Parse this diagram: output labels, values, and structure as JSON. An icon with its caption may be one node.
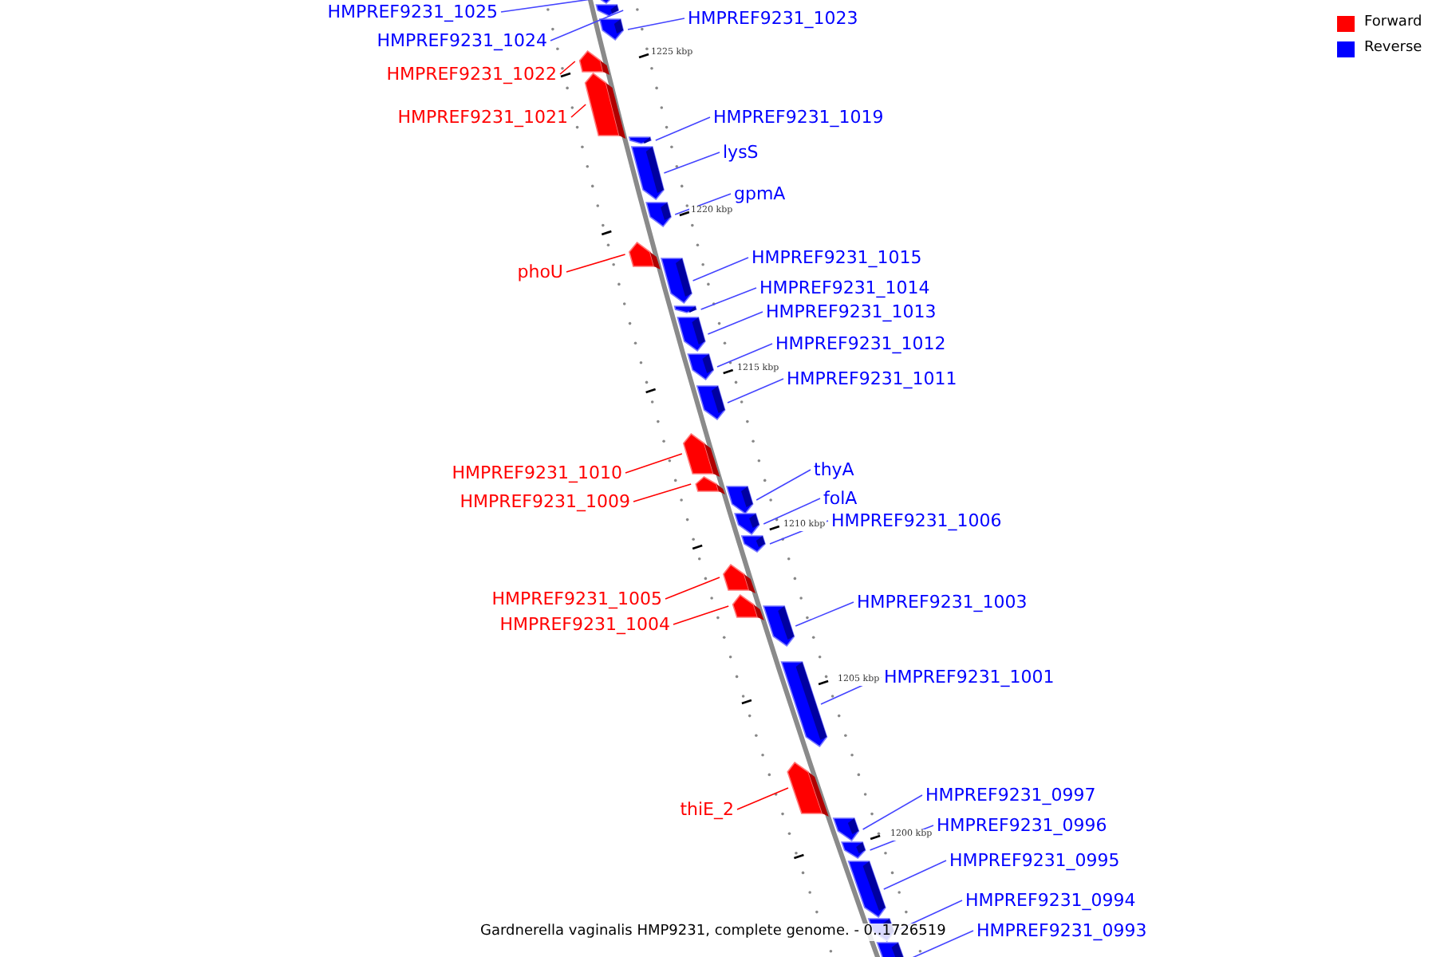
{
  "diagram": {
    "caption": "Gardnerella vaginalis HMP9231, complete genome. - 0..1726519",
    "nodes": [
      {
        "text": [
          "HMPREF9231_1025"
        ]
      },
      {
        "text": [],
        "shape": "bar"
      },
      {
        "text": [
          "HMPREF9231_1024"
        ]
      },
      {
        "text": [],
        "shape": "bar"
      },
      {
        "text": [
          "HMPREF9231_1023"
        ]
      },
      {
        "text": [],
        "shape": "bar"
      },
      {
        "text": [
          "HMPREF9231_1022"
        ]
      },
      {
        "text": [],
        "shape": "bar"
      },
      {
        "text": [
          "HMPREF9231_1021"
        ]
      },
      {
        "text": [],
        "shape": "bar"
      },
      {
        "text": [
          "HMPREF9231_1019"
        ]
      },
      {
        "text": [],
        "shape": "bar"
      },
      {
        "text": [
          "lysS"
        ]
      },
      {
        "text": [],
        "shape": "bar"
      },
      {
        "text": [
          "gpmA"
        ]
      },
      {
        "text": [],
        "shape": "bar"
      },
      {
        "text": [
          "phoU"
        ]
      },
      {
        "text": [],
        "shape": "bar"
      },
      {
        "text": [
          "HMPREF9231_1015"
        ]
      },
      {
        "text": [],
        "shape": "bar"
      },
      {
        "text": [
          "HMPREF9231_1014"
        ]
      },
      {
        "text": [],
        "shape": "bar"
      },
      {
        "text": [
          "HMPREF9231_1013"
        ]
      },
      {
        "text": [],
        "shape": "bar"
      },
      {
        "text": [
          "HMPREF9231_1012"
        ]
      },
      {
        "text": [],
        "shape": "bar"
      },
      {
        "text": [
          "HMPREF9231_1011"
        ]
      },
      {
        "text": [],
        "shape": "bar"
      },
      {
        "text": [
          "HMPREF9231_1010"
        ]
      },
      {
        "text": [],
        "shape": "bar"
      },
      {
        "text": [
          "HMPREF9231_1009"
        ]
      },
      {
        "text": [],
        "shape": "bar"
      },
      {
        "text": [
          "thyA"
        ]
      },
      {
        "text": [],
        "shape": "bar"
      },
      {
        "text": [
          "folA"
        ]
      },
      {
        "text": [],
        "shape": "bar"
      },
      {
        "text": [
          "HMPREF9231_1006"
        ]
      },
      {
        "text": [],
        "shape": "bar"
      },
      {
        "text": [
          "HMPREF9231_1005"
        ]
      },
      {
        "text": [],
        "shape": "bar"
      },
      {
        "text": [
          "HMPREF9231_1004"
        ]
      },
      {
        "text": [],
        "shape": "bar"
      },
      {
        "text": [
          "HMPREF9231_1003"
        ]
      },
      {
        "text": [],
        "shape": "bar"
      },
      {
        "text": [
          "HMPREF9231_1001"
        ]
      },
      {
        "text": [],
        "shape": "bar"
      },
      {
        "text": [
          "thiE_2"
        ]
      },
      {
        "text": [],
        "shape": "bar"
      },
      {
        "text": [
          "HMPREF9231_0997"
        ]
      },
      {
        "text": [],
        "shape": "bar"
      },
      {
        "text": [
          "HMPREF9231_0996"
        ]
      },
      {
        "text": [],
        "shape": "bar"
      },
      {
        "text": [
          "HMPREF9231_0995"
        ]
      },
      {
        "text": [],
        "shape": "bar"
      },
      {
        "text": [
          "HMPREF9231_0994"
        ]
      },
      {
        "text": [],
        "shape": "bar"
      },
      {
        "text": [
          "HMPREF9231_0993"
        ]
      },
      {
        "text": [],
        "shape": "bar"
      }
    ],
    "edges": [
      {
        "from": 0,
        "to": 1,
        "arrow": "none"
      },
      {
        "from": 2,
        "to": 3,
        "arrow": "none"
      },
      {
        "from": 4,
        "to": 5,
        "arrow": "none"
      },
      {
        "from": 6,
        "to": 7,
        "arrow": "none",
        "color": "#ff0000"
      },
      {
        "from": 8,
        "to": 9,
        "arrow": "none",
        "color": "#ff0000"
      },
      {
        "from": 10,
        "to": 11,
        "arrow": "none"
      },
      {
        "from": 12,
        "to": 13,
        "arrow": "none"
      },
      {
        "from": 14,
        "to": 15,
        "arrow": "none"
      },
      {
        "from": 16,
        "to": 17,
        "arrow": "none",
        "color": "#ff0000"
      },
      {
        "from": 18,
        "to": 19,
        "arrow": "none"
      },
      {
        "from": 20,
        "to": 21,
        "arrow": "none"
      },
      {
        "from": 22,
        "to": 23,
        "arrow": "none"
      },
      {
        "from": 24,
        "to": 25,
        "arrow": "none"
      },
      {
        "from": 26,
        "to": 27,
        "arrow": "none"
      },
      {
        "from": 28,
        "to": 29,
        "arrow": "none",
        "color": "#ff0000"
      },
      {
        "from": 30,
        "to": 31,
        "arrow": "none",
        "color": "#ff0000"
      },
      {
        "from": 32,
        "to": 33,
        "arrow": "none"
      },
      {
        "from": 34,
        "to": 35,
        "arrow": "none"
      },
      {
        "from": 36,
        "to": 37,
        "arrow": "none"
      },
      {
        "from": 38,
        "to": 39,
        "arrow": "none",
        "color": "#ff0000"
      },
      {
        "from": 40,
        "to": 41,
        "arrow": "none",
        "color": "#ff0000"
      },
      {
        "from": 42,
        "to": 43,
        "arrow": "none"
      },
      {
        "from": 44,
        "to": 45,
        "arrow": "none"
      },
      {
        "from": 46,
        "to": 47,
        "arrow": "none",
        "color": "#ff0000"
      },
      {
        "from": 48,
        "to": 49,
        "arrow": "none"
      },
      {
        "from": 50,
        "to": 51,
        "arrow": "none"
      },
      {
        "from": 52,
        "to": 53,
        "arrow": "none"
      },
      {
        "from": 54,
        "to": 55,
        "arrow": "none"
      },
      {
        "from": 56,
        "to": 57,
        "arrow": "none"
      }
    ],
    "labels": [
      "1225 kbp",
      "1220 kbp",
      "1215 kbp",
      "1210 kbp",
      "1205 kbp",
      "1200 kbp"
    ],
    "legend": [
      {
        "text": "Forward",
        "color": "#ff0000"
      },
      {
        "text": "Reverse",
        "color": "#0000ff"
      }
    ]
  }
}
